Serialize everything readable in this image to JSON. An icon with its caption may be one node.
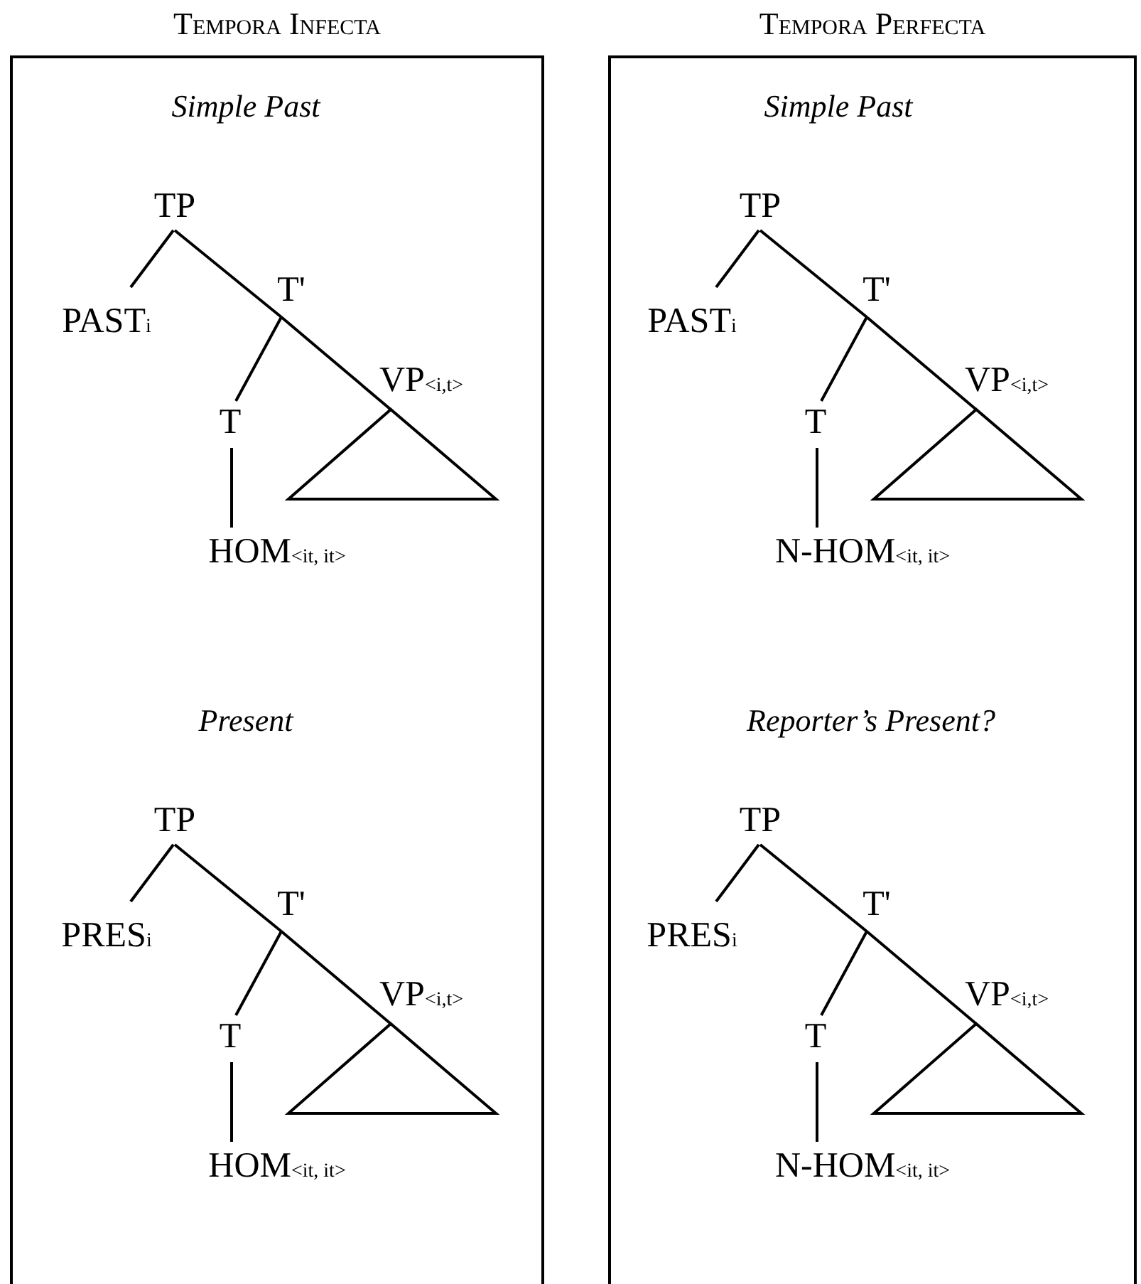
{
  "diagram": {
    "nodes": [
      {
        "text": [
          "Tempora Infecta"
        ]
      },
      {
        "text": [
          "TP"
        ],
        "in": 0
      },
      {
        "text": [
          "PAST$_{i}$"
        ],
        "in": 0
      },
      {
        "text": [
          "T'"
        ],
        "in": 0
      },
      {
        "text": [
          "VP$_{<i,t>}$"
        ],
        "in": 0
      },
      {
        "text": [
          "T"
        ],
        "in": 0
      },
      {
        "text": [
          "HOM$_{<it, it>}$"
        ],
        "in": 0
      },
      {
        "text": [
          "TP"
        ],
        "in": 0
      },
      {
        "text": [
          "PRES$_{i}$"
        ],
        "in": 0
      },
      {
        "text": [
          "T'"
        ],
        "in": 0
      },
      {
        "text": [
          "VP$_{<i,t>}$"
        ],
        "in": 0
      },
      {
        "text": [
          "T"
        ],
        "in": 0
      },
      {
        "text": [
          "HOM$_{<it, it>}$"
        ],
        "in": 0
      },
      {
        "text": [
          "Tempora Perfecta"
        ]
      },
      {
        "text": [
          "TP"
        ],
        "in": 13
      },
      {
        "text": [
          "PAST$_{i}$"
        ],
        "in": 13
      },
      {
        "text": [
          "T'"
        ],
        "in": 13
      },
      {
        "text": [
          "VP$_{<i,t>}$"
        ],
        "in": 13
      },
      {
        "text": [
          "T"
        ],
        "in": 13
      },
      {
        "text": [
          "N-HOM$_{<it, it>}$"
        ],
        "in": 13
      },
      {
        "text": [
          "TP"
        ],
        "in": 13
      },
      {
        "text": [
          "PRES$_{i}$"
        ],
        "in": 13
      },
      {
        "text": [
          "T'"
        ],
        "in": 13
      },
      {
        "text": [
          "VP$_{<i,t>}$"
        ],
        "in": 13
      },
      {
        "text": [
          "T"
        ],
        "in": 13
      },
      {
        "text": [
          "N-HOM$_{<it, it>}$"
        ],
        "in": 13
      }
    ],
    "edges": [
      {
        "from": 1,
        "to": 2,
        "arrow": "none"
      },
      {
        "from": 1,
        "to": 3,
        "arrow": "none"
      },
      {
        "from": 3,
        "to": 4,
        "arrow": "none"
      },
      {
        "from": 3,
        "to": 5,
        "arrow": "none"
      },
      {
        "from": 5,
        "to": 6,
        "arrow": "none"
      },
      {
        "from": 7,
        "to": 8,
        "arrow": "none"
      },
      {
        "from": 7,
        "to": 9,
        "arrow": "none"
      },
      {
        "from": 9,
        "to": 10,
        "arrow": "none"
      },
      {
        "from": 9,
        "to": 11,
        "arrow": "none"
      },
      {
        "from": 11,
        "to": 12,
        "arrow": "none"
      },
      {
        "from": 14,
        "to": 15,
        "arrow": "none"
      },
      {
        "from": 14,
        "to": 16,
        "arrow": "none"
      },
      {
        "from": 16,
        "to": 17,
        "arrow": "none"
      },
      {
        "from": 16,
        "to": 18,
        "arrow": "none"
      },
      {
        "from": 18,
        "to": 19,
        "arrow": "none"
      },
      {
        "from": 20,
        "to": 21,
        "arrow": "none"
      },
      {
        "from": 20,
        "to": 22,
        "arrow": "none"
      },
      {
        "from": 22,
        "to": 23,
        "arrow": "none"
      },
      {
        "from": 22,
        "to": 24,
        "arrow": "none"
      },
      {
        "from": 24,
        "to": 25,
        "arrow": "none"
      }
    ],
    "labels": [
      "Simple Past",
      "Present",
      "Simple Past",
      "Reporter’s Present?"
    ]
  }
}
